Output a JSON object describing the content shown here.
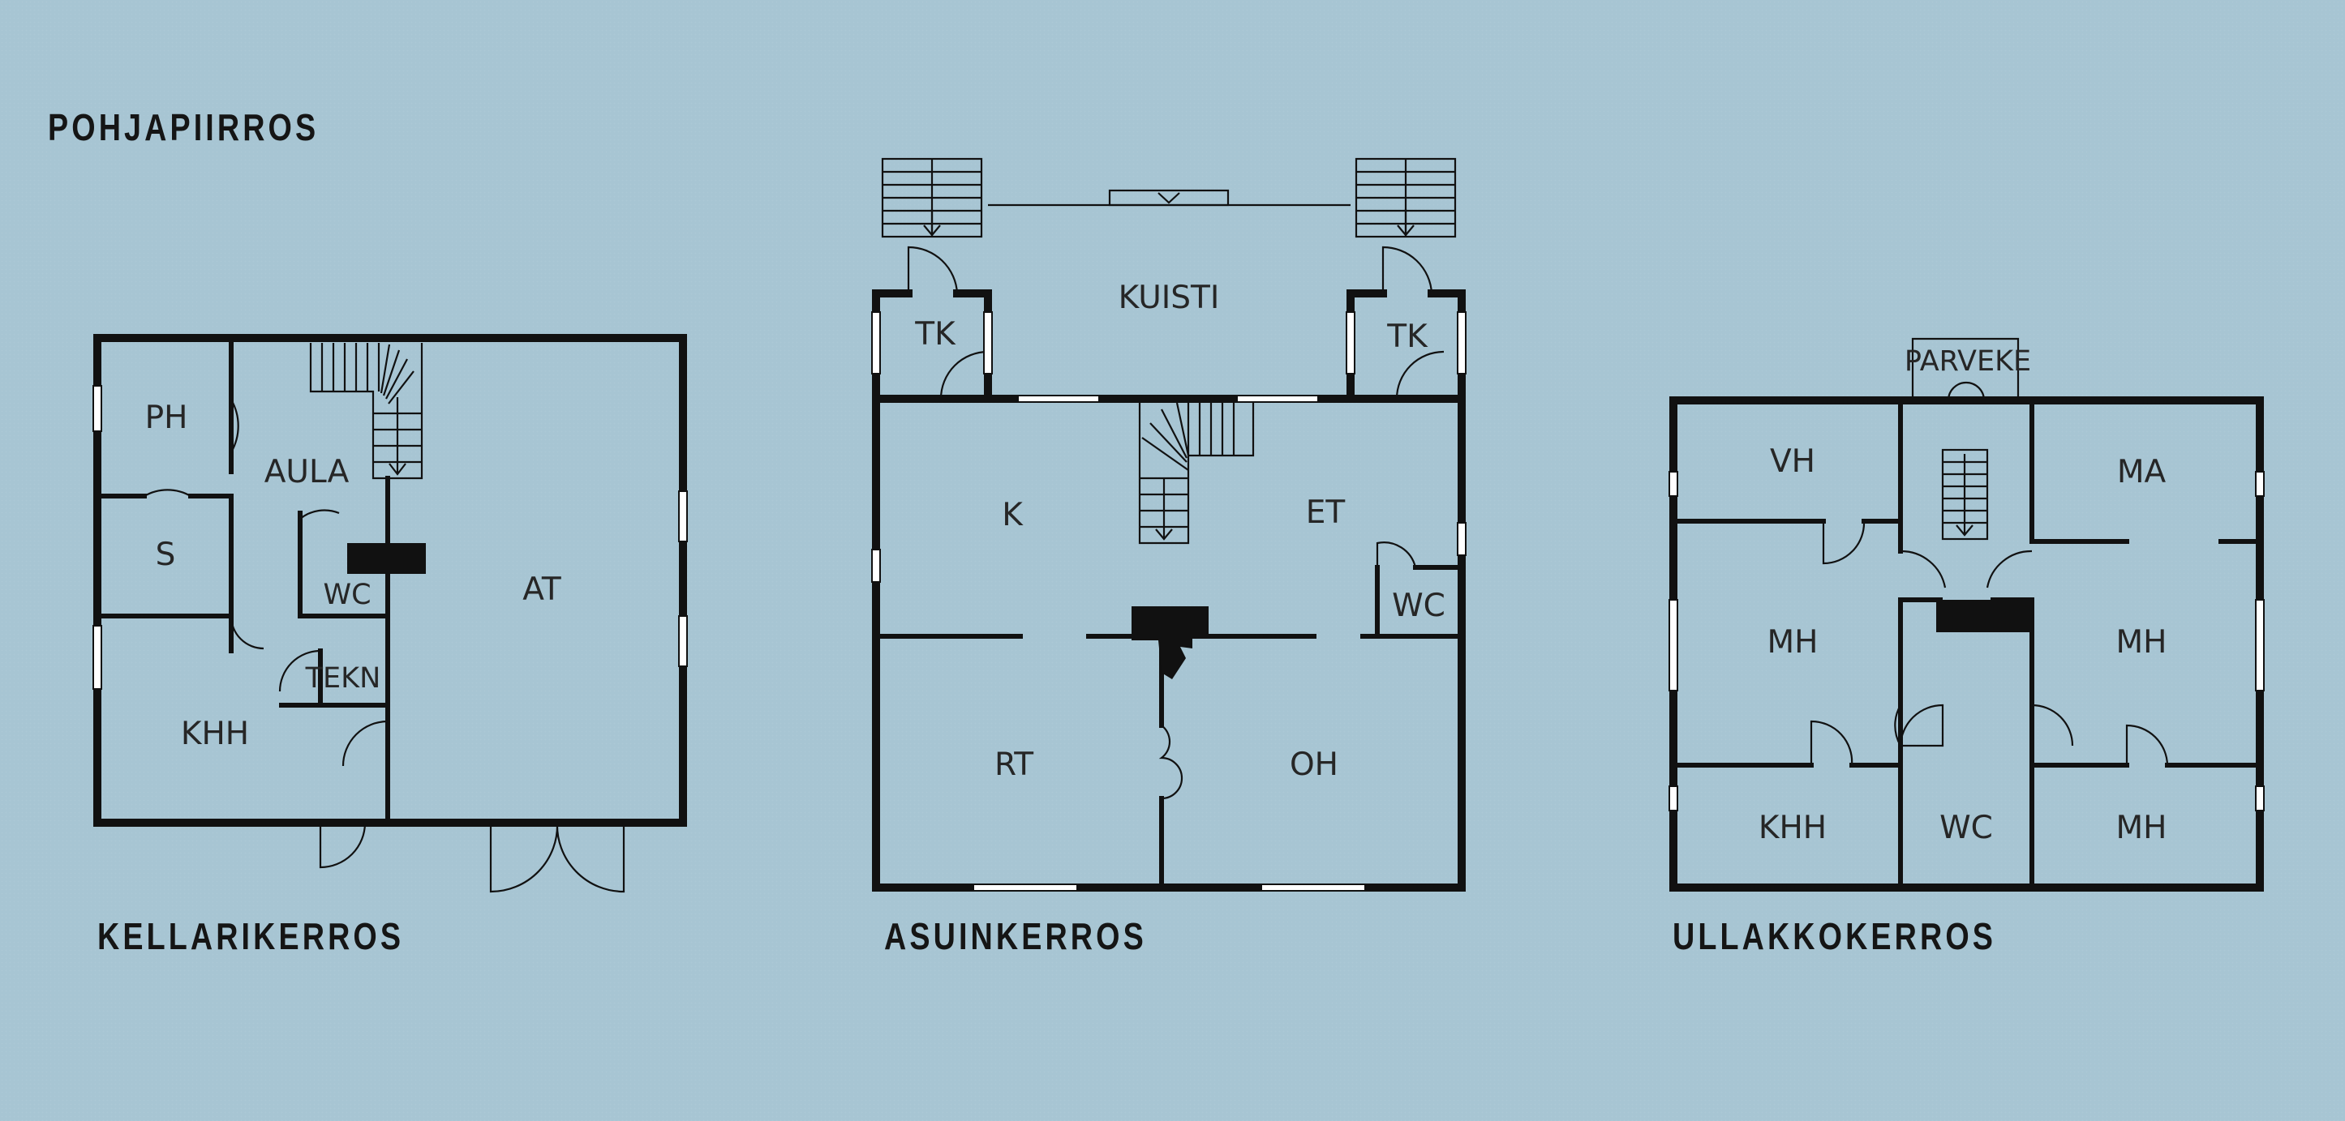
{
  "title": "POHJAPIIRROS",
  "floors": [
    {
      "name": "KELLARIKERROS",
      "rooms": [
        "PH",
        "AULA",
        "S",
        "WC",
        "TEKN",
        "AT",
        "KHH"
      ]
    },
    {
      "name": "ASUINKERROS",
      "rooms": [
        "KUISTI",
        "TK",
        "TK",
        "K",
        "ET",
        "WC",
        "RT",
        "OH"
      ]
    },
    {
      "name": "ULLAKKOKERROS",
      "rooms": [
        "PARVEKE",
        "VH",
        "MA",
        "MH",
        "MH",
        "KHH",
        "WC",
        "MH"
      ]
    }
  ],
  "colors": {
    "background": "#a7c5d3",
    "ink": "#111111"
  }
}
